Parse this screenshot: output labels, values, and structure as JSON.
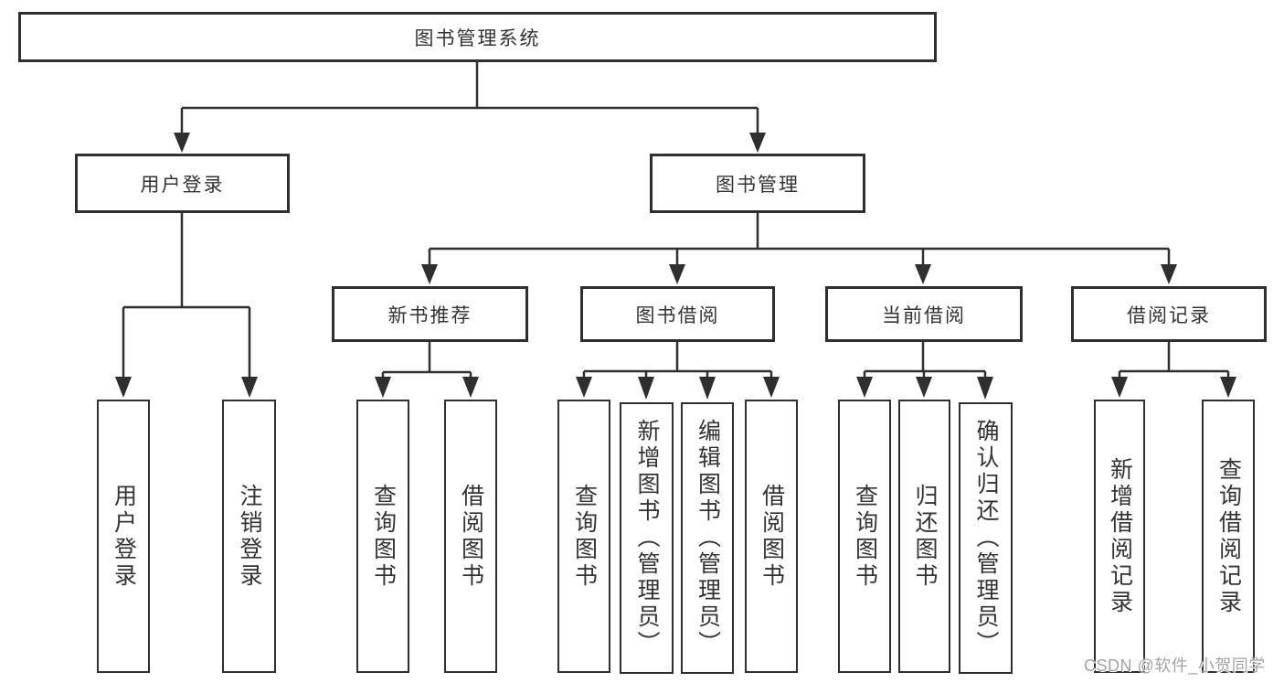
{
  "diagram": {
    "title": "图书管理系统",
    "branches": {
      "login": {
        "label": "用户登录",
        "children": [
          {
            "label": "用户登录"
          },
          {
            "label": "注销登录"
          }
        ]
      },
      "management": {
        "label": "图书管理",
        "sections": [
          {
            "label": "新书推荐",
            "children": [
              {
                "label": "查询图书"
              },
              {
                "label": "借阅图书"
              }
            ]
          },
          {
            "label": "图书借阅",
            "children": [
              {
                "label": "查询图书"
              },
              {
                "label": "新增图书（管理员）"
              },
              {
                "label": "编辑图书（管理员）"
              },
              {
                "label": "借阅图书"
              }
            ]
          },
          {
            "label": "当前借阅",
            "children": [
              {
                "label": "查询图书"
              },
              {
                "label": "归还图书"
              },
              {
                "label": "确认归还（管理员）"
              }
            ]
          },
          {
            "label": "借阅记录",
            "children": [
              {
                "label": "新增借阅记录"
              },
              {
                "label": "查询借阅记录"
              }
            ]
          }
        ]
      }
    },
    "watermark": "CSDN @软件_小贺同学",
    "colors": {
      "line": "#2f2f2f",
      "text": "#333333",
      "watermark": "#a3a3a3",
      "background": "#ffffff"
    }
  }
}
